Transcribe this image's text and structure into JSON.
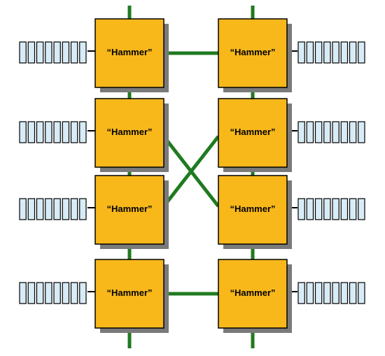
{
  "colors": {
    "background": "#ffffff",
    "node_fill": "#f9b81a",
    "node_stroke": "#000000",
    "node_shadow": "#7a7a7a",
    "link": "#1f7a1f",
    "memory_fill": "#d8ecf7",
    "memory_stroke": "#000000"
  },
  "nodes": [
    {
      "id": "n1",
      "label": "“Hammer”"
    },
    {
      "id": "n2",
      "label": "“Hammer”"
    },
    {
      "id": "n3",
      "label": "“Hammer”"
    },
    {
      "id": "n4",
      "label": "“Hammer”"
    },
    {
      "id": "n5",
      "label": "“Hammer”"
    },
    {
      "id": "n6",
      "label": "“Hammer”"
    },
    {
      "id": "n7",
      "label": "“Hammer”"
    },
    {
      "id": "n8",
      "label": "“Hammer”"
    }
  ],
  "links": [
    {
      "from": "n1",
      "to": "n2"
    },
    {
      "from": "n1",
      "to": "n3"
    },
    {
      "from": "n2",
      "to": "n4"
    },
    {
      "from": "n3",
      "to": "n5"
    },
    {
      "from": "n4",
      "to": "n6"
    },
    {
      "from": "n3",
      "to": "n6"
    },
    {
      "from": "n4",
      "to": "n5"
    },
    {
      "from": "n5",
      "to": "n7"
    },
    {
      "from": "n6",
      "to": "n8"
    },
    {
      "from": "n7",
      "to": "n8"
    }
  ],
  "memory_banks": [
    {
      "node": "n1",
      "side": "left",
      "dimms": 8
    },
    {
      "node": "n2",
      "side": "right",
      "dimms": 8
    },
    {
      "node": "n3",
      "side": "left",
      "dimms": 8
    },
    {
      "node": "n4",
      "side": "right",
      "dimms": 8
    },
    {
      "node": "n5",
      "side": "left",
      "dimms": 8
    },
    {
      "node": "n6",
      "side": "right",
      "dimms": 8
    },
    {
      "node": "n7",
      "side": "left",
      "dimms": 8
    },
    {
      "node": "n8",
      "side": "right",
      "dimms": 8
    }
  ]
}
